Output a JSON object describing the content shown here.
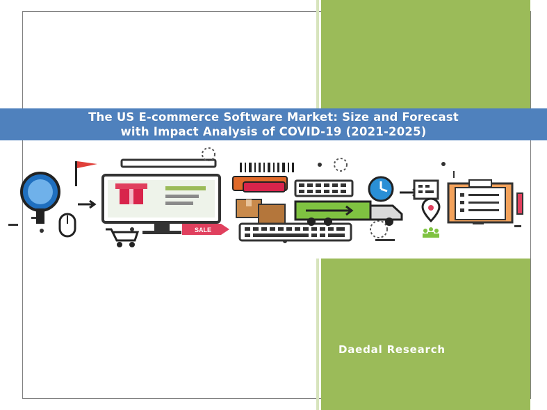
{
  "cover": {
    "title_line1": "The US E-commerce Software Market: Size and Forecast",
    "title_line2": "with Impact Analysis of COVID-19 (2021-2025)",
    "publisher": "Daedal Research",
    "sale_tag": "SALE"
  },
  "colors": {
    "title_band": "#4f81bd",
    "accent_green": "#9bbb59",
    "frame_border": "#7f7f7f"
  },
  "icons": [
    "magnifier-icon",
    "flag-icon",
    "computer-gift-icon",
    "mouse-icon",
    "cart-icon",
    "sale-tag-icon",
    "package-icon",
    "calendar-icon",
    "keyboard-icon",
    "clock-icon",
    "delivery-truck-icon",
    "credit-card-icon",
    "location-pin-icon",
    "checklist-clipboard-icon",
    "people-icon"
  ]
}
